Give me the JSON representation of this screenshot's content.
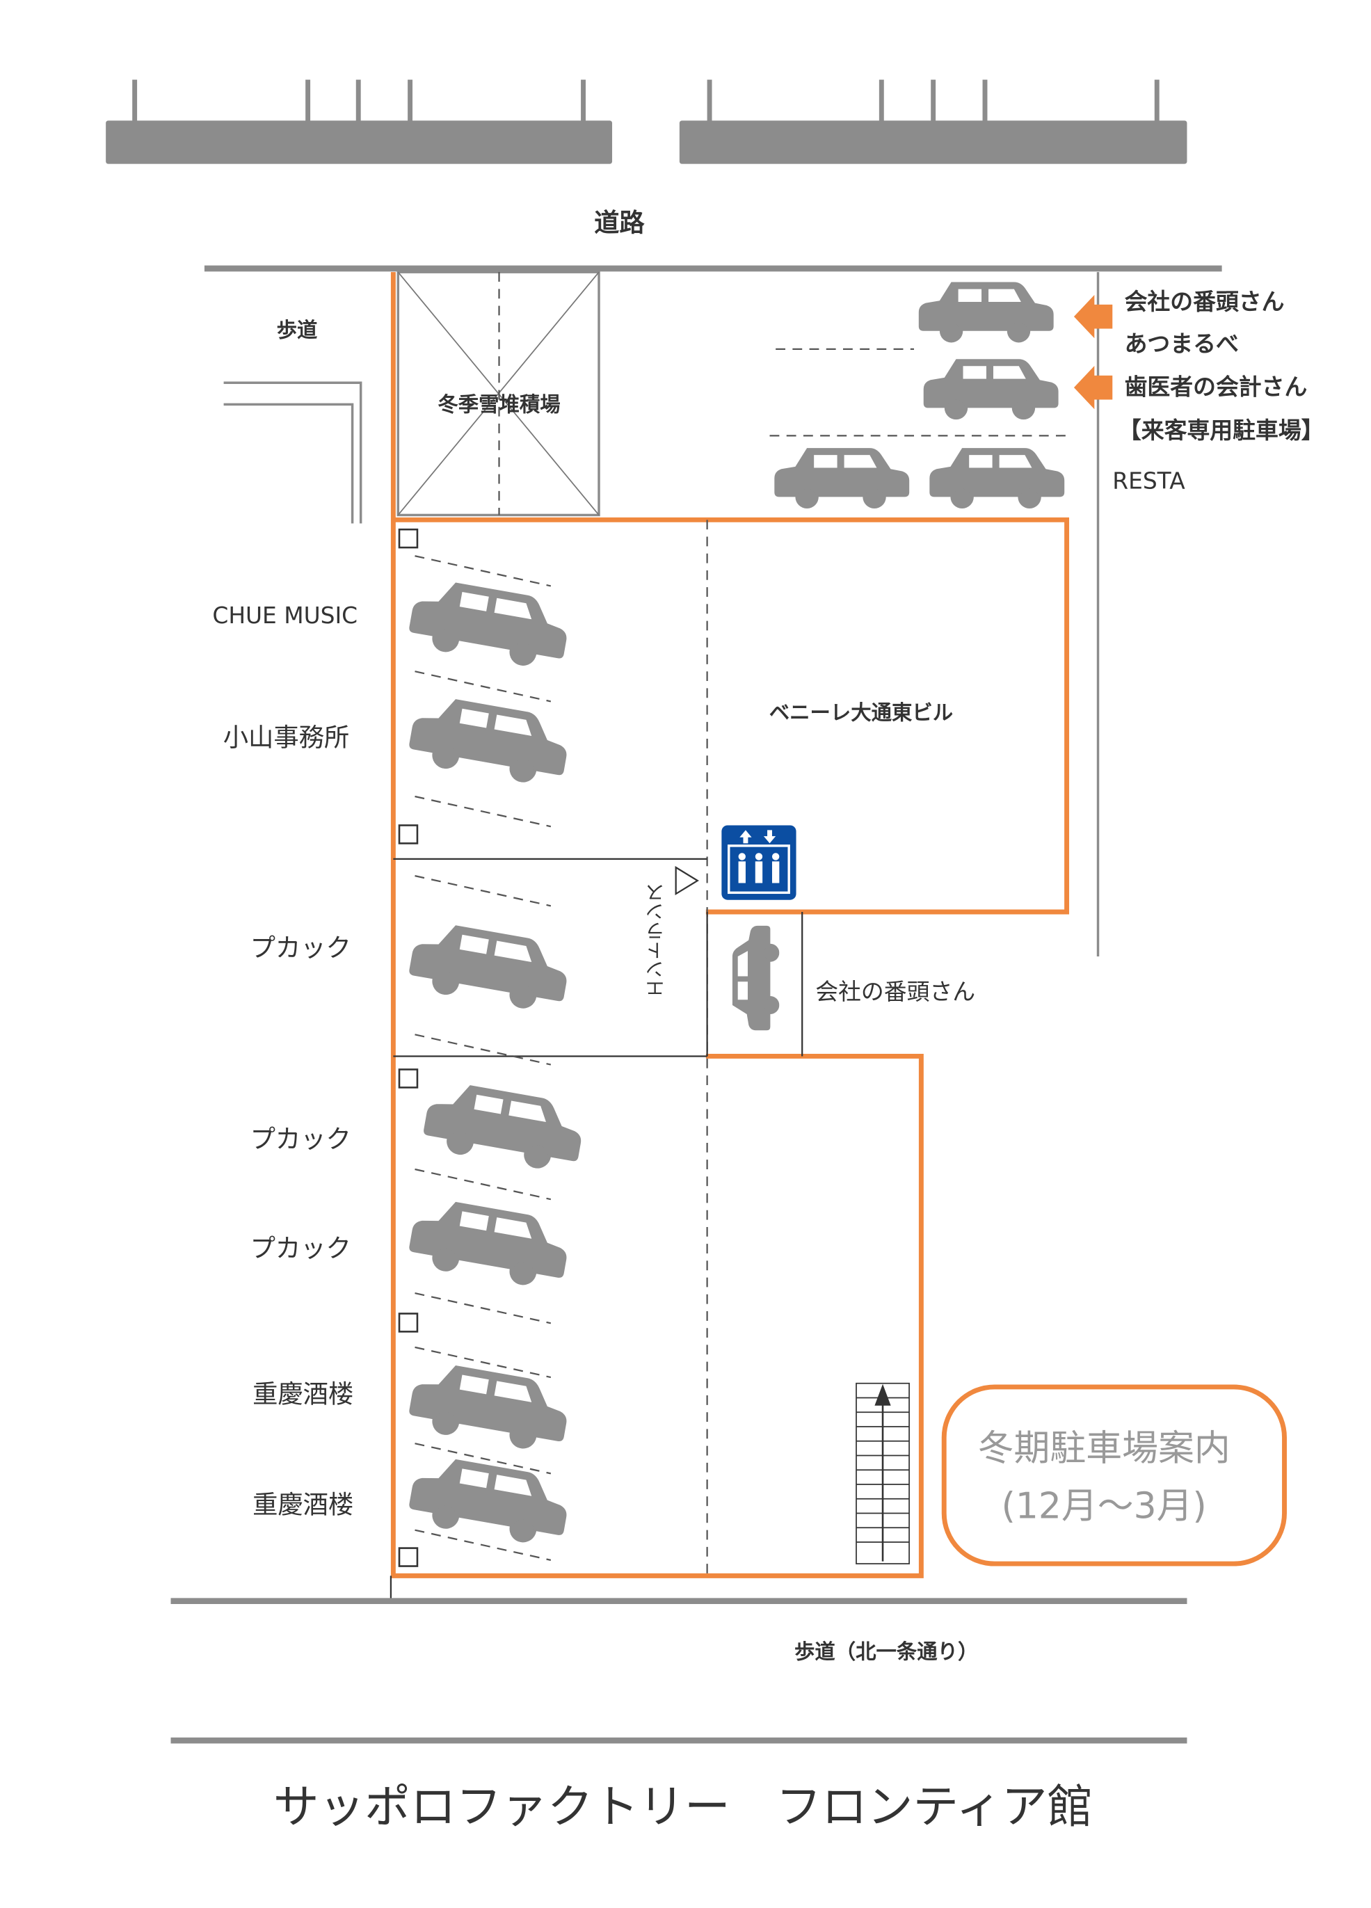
{
  "map": {
    "road_label": "道路",
    "sidewalk_label": "歩道",
    "snow_area_label": "冬季雪堆積場",
    "building_label": "ベニーレ大通東ビル",
    "entrance_label": "エントランス",
    "visitor_notes": [
      "会社の番頭さん",
      "あつまるべ",
      "歯医者の会計さん",
      "【来客専用駐車場】"
    ],
    "resta_label": "RESTA",
    "side_car_label": "会社の番頭さん",
    "left_labels": [
      "CHUE MUSIC",
      "小山事務所",
      "プカック",
      "プカック",
      "プカック",
      "重慶酒楼",
      "重慶酒楼"
    ],
    "winter_notice": {
      "line1": "冬期駐車場案内",
      "line2": "(12月～3月)"
    },
    "bottom_sidewalk_label": "歩道（北一条通り）",
    "title": "サッポロファクトリー　フロンティア館",
    "icons": [
      "car-icon",
      "elevator-icon",
      "arrow-left-icon",
      "stairs-icon",
      "entrance-triangle-icon"
    ],
    "colors": {
      "accent": "#f0883e",
      "car": "#8f8f8f",
      "elevator": "#0b4ea2",
      "wall": "#8c8c8c"
    }
  }
}
